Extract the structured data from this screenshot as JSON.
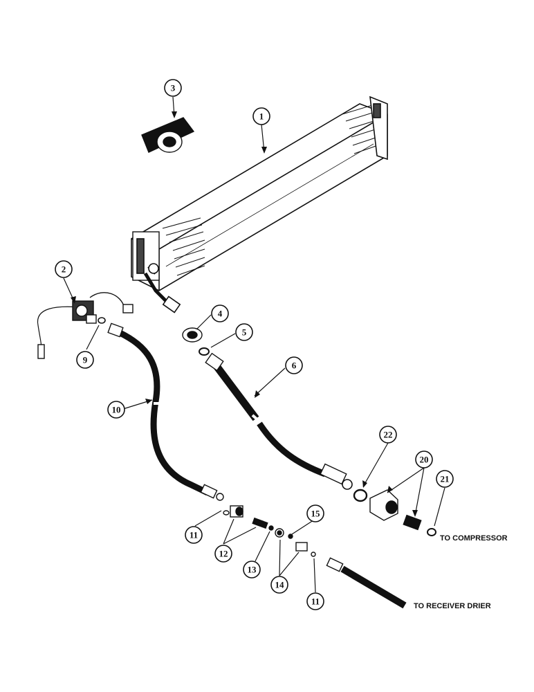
{
  "diagram": {
    "callouts": [
      {
        "id": "c1",
        "label": "1"
      },
      {
        "id": "c2",
        "label": "2"
      },
      {
        "id": "c3",
        "label": "3"
      },
      {
        "id": "c4",
        "label": "4"
      },
      {
        "id": "c5",
        "label": "5"
      },
      {
        "id": "c6",
        "label": "6"
      },
      {
        "id": "c9",
        "label": "9"
      },
      {
        "id": "c10",
        "label": "10"
      },
      {
        "id": "c11a",
        "label": "11"
      },
      {
        "id": "c11b",
        "label": "11"
      },
      {
        "id": "c12",
        "label": "12"
      },
      {
        "id": "c13",
        "label": "13"
      },
      {
        "id": "c14",
        "label": "14"
      },
      {
        "id": "c15",
        "label": "15"
      },
      {
        "id": "c20",
        "label": "20"
      },
      {
        "id": "c21",
        "label": "21"
      },
      {
        "id": "c22",
        "label": "22"
      }
    ],
    "notes": {
      "to_compressor": "TO COMPRESSOR",
      "to_receiver_drier": "TO RECEIVER DRIER"
    }
  }
}
